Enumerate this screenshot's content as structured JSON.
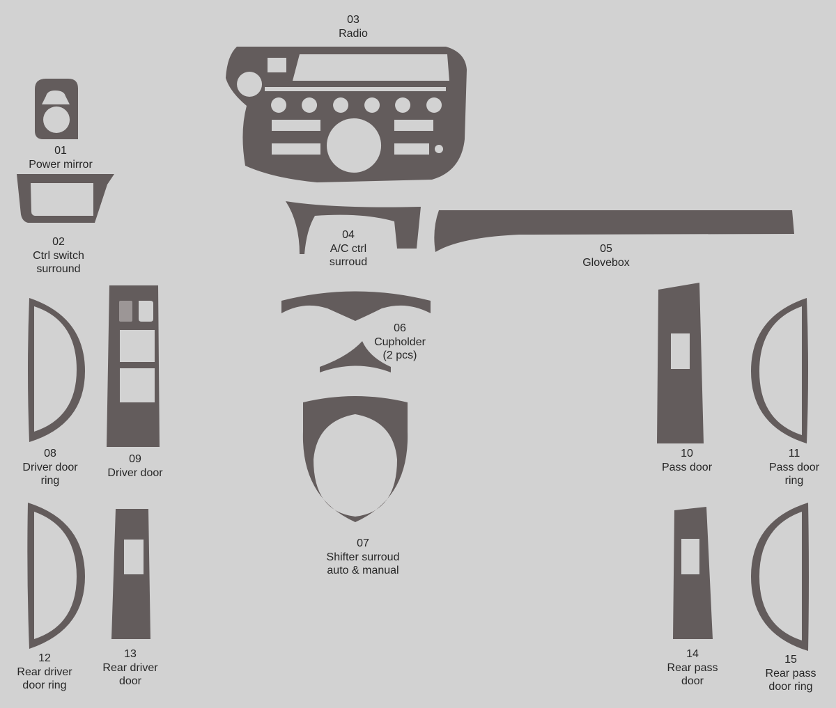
{
  "colors": {
    "background": "#d2d2d2",
    "part_fill": "#635c5c",
    "part_highlight": "#9c9696",
    "label_text": "#262626"
  },
  "parts": [
    {
      "id": "p01",
      "number": "01",
      "lines": [
        "Power mirror"
      ]
    },
    {
      "id": "p02",
      "number": "02",
      "lines": [
        "Ctrl switch",
        "surround"
      ]
    },
    {
      "id": "p03",
      "number": "03",
      "lines": [
        "Radio"
      ]
    },
    {
      "id": "p04",
      "number": "04",
      "lines": [
        "A/C ctrl",
        "surroud"
      ]
    },
    {
      "id": "p05",
      "number": "05",
      "lines": [
        "Glovebox"
      ]
    },
    {
      "id": "p06",
      "number": "06",
      "lines": [
        "Cupholder",
        "(2 pcs)"
      ]
    },
    {
      "id": "p07",
      "number": "07",
      "lines": [
        "Shifter surroud",
        "auto & manual"
      ]
    },
    {
      "id": "p08",
      "number": "08",
      "lines": [
        "Driver door",
        "ring"
      ]
    },
    {
      "id": "p09",
      "number": "09",
      "lines": [
        "Driver door"
      ]
    },
    {
      "id": "p10",
      "number": "10",
      "lines": [
        "Pass door"
      ]
    },
    {
      "id": "p11",
      "number": "11",
      "lines": [
        "Pass door",
        "ring"
      ]
    },
    {
      "id": "p12",
      "number": "12",
      "lines": [
        "Rear driver",
        "door ring"
      ]
    },
    {
      "id": "p13",
      "number": "13",
      "lines": [
        "Rear driver",
        "door"
      ]
    },
    {
      "id": "p14",
      "number": "14",
      "lines": [
        "Rear pass",
        "door"
      ]
    },
    {
      "id": "p15",
      "number": "15",
      "lines": [
        "Rear pass",
        "door ring"
      ]
    }
  ]
}
